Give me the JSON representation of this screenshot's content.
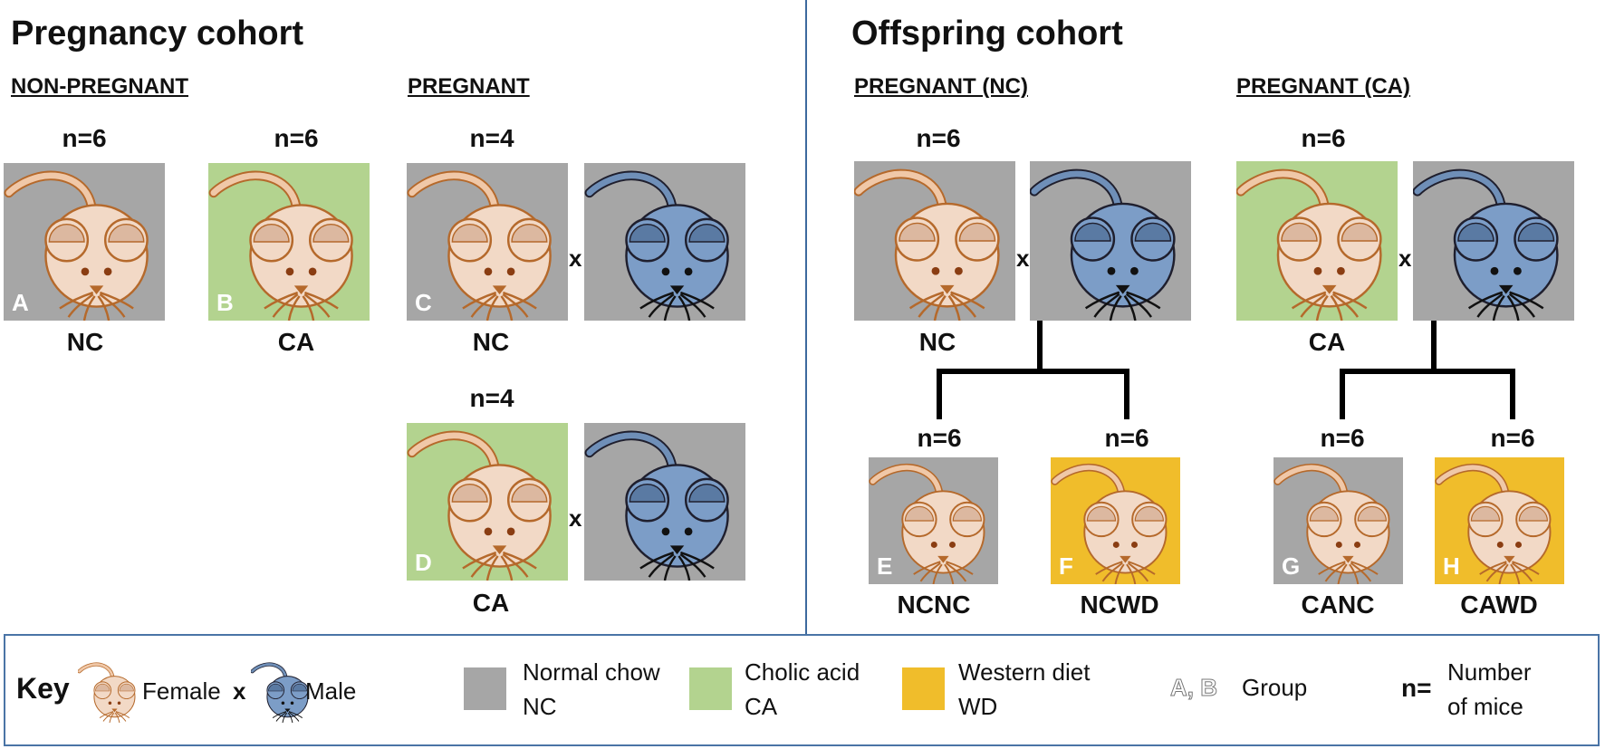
{
  "colors": {
    "normal_chow": "#a6a6a6",
    "cholic_acid": "#b3d38f",
    "western_diet": "#f0bd2b",
    "female_body": "#f2d9c6",
    "female_outline": "#b5692b",
    "male_body": "#7c9dc7",
    "male_outline": "#1f1f2e",
    "divider": "#3d6a9e"
  },
  "icons": {
    "female": "female-mouse-icon",
    "male": "male-mouse-icon"
  },
  "pregnancy": {
    "title": "Pregnancy cohort",
    "non_pregnant_label": "NON-PREGNANT",
    "pregnant_label": "PREGNANT",
    "groups": [
      {
        "letter": "A",
        "n": "n=6",
        "diet": "NC",
        "diet_color": "normal_chow"
      },
      {
        "letter": "B",
        "n": "n=6",
        "diet": "CA",
        "diet_color": "cholic_acid"
      },
      {
        "letter": "C",
        "n": "n=4",
        "diet": "NC",
        "diet_color": "normal_chow",
        "cross": "x"
      },
      {
        "letter": "D",
        "n": "n=4",
        "diet": "CA",
        "diet_color": "cholic_acid",
        "cross": "x"
      }
    ]
  },
  "offspring": {
    "title": "Offspring cohort",
    "pregnant_nc_label": "PREGNANT (NC)",
    "pregnant_ca_label": "PREGNANT (CA)",
    "parents": [
      {
        "n": "n=6",
        "diet": "NC",
        "diet_color": "normal_chow",
        "cross": "x"
      },
      {
        "n": "n=6",
        "diet": "CA",
        "diet_color": "cholic_acid",
        "cross": "x"
      }
    ],
    "children": [
      {
        "letter": "E",
        "n": "n=6",
        "label": "NCNC",
        "diet_color": "normal_chow"
      },
      {
        "letter": "F",
        "n": "n=6",
        "label": "NCWD",
        "diet_color": "western_diet"
      },
      {
        "letter": "G",
        "n": "n=6",
        "label": "CANC",
        "diet_color": "normal_chow"
      },
      {
        "letter": "H",
        "n": "n=6",
        "label": "CAWD",
        "diet_color": "western_diet"
      }
    ]
  },
  "key": {
    "title": "Key",
    "female": "Female",
    "cross": "x",
    "male": "Male",
    "normal_chow_line1": "Normal chow",
    "normal_chow_line2": "NC",
    "cholic_acid_line1": "Cholic acid",
    "cholic_acid_line2": "CA",
    "western_diet_line1": "Western diet",
    "western_diet_line2": "WD",
    "group_symbols": "A, B",
    "group_text": "Group",
    "n_symbol": "n=",
    "n_line1": "Number",
    "n_line2": "of mice"
  }
}
